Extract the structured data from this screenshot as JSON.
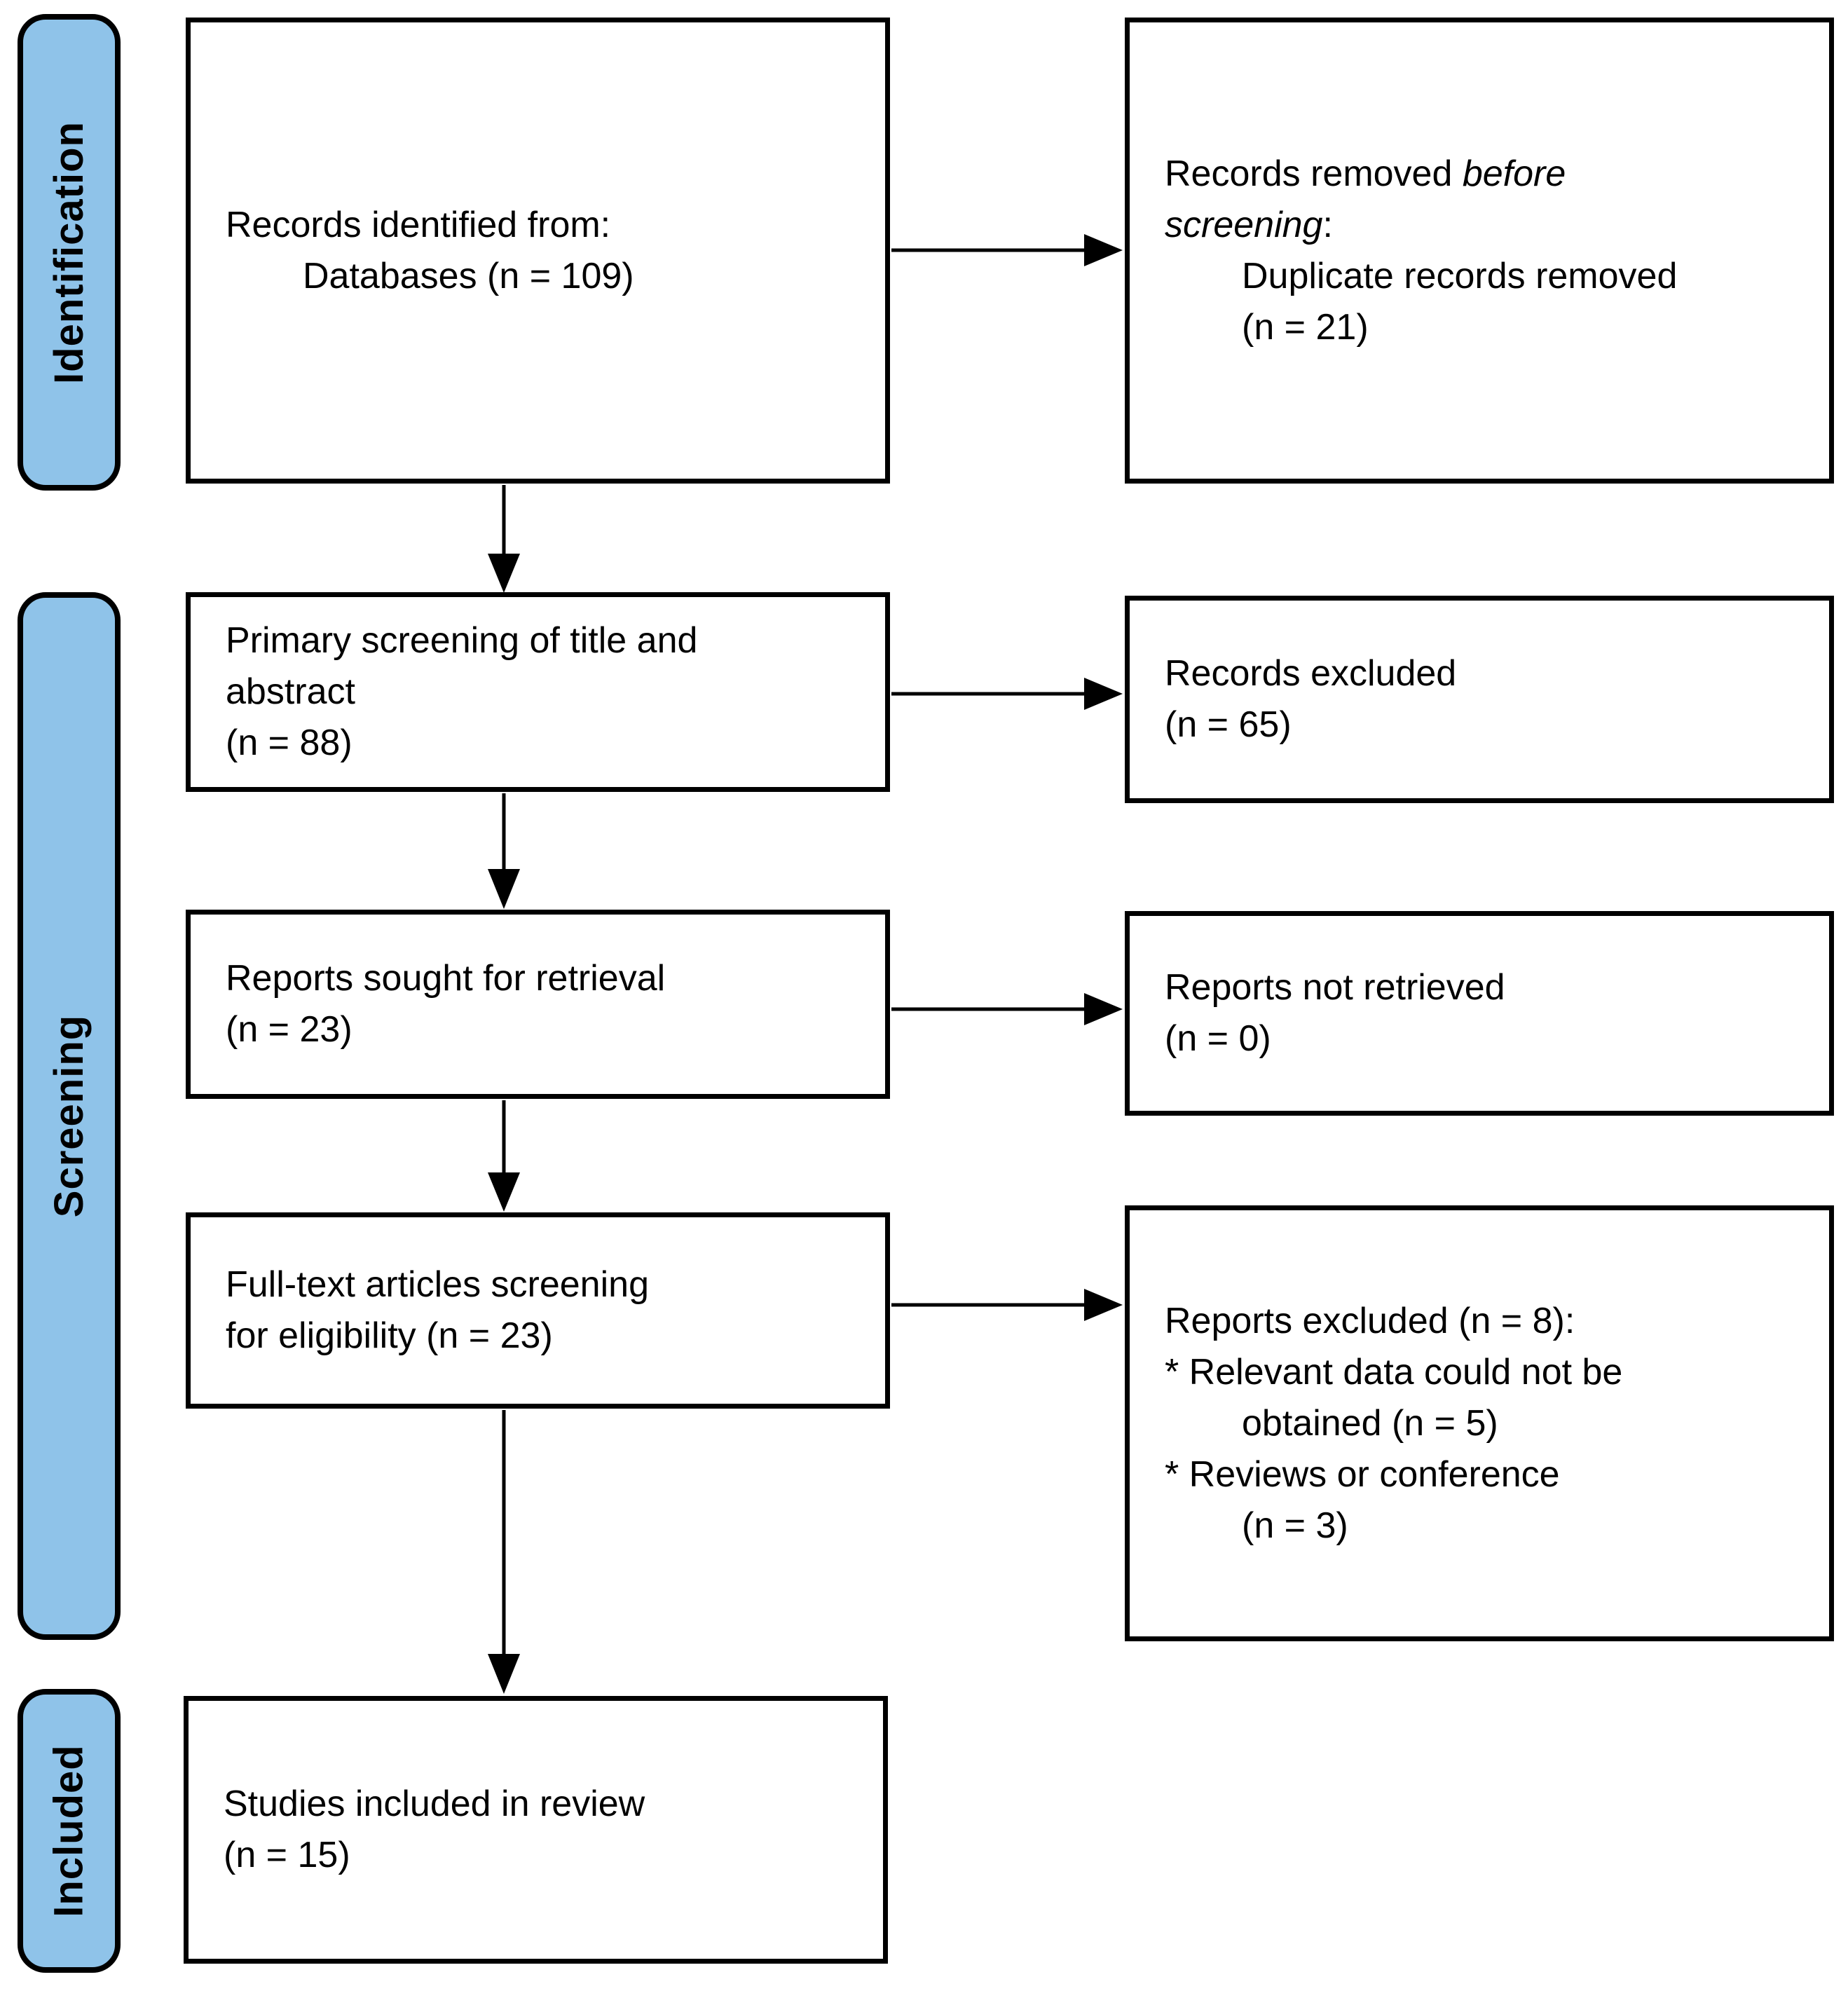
{
  "diagram": {
    "kind": "PRISMA flow diagram",
    "colors": {
      "stage_label_fill": "#8FC3E9",
      "border": "#000000",
      "background": "#FFFFFF",
      "text": "#000000"
    },
    "side_labels": [
      {
        "id": "identification",
        "label": "Identification"
      },
      {
        "id": "screening",
        "label": "Screening"
      },
      {
        "id": "included",
        "label": "Included"
      }
    ],
    "boxes": {
      "records_identified": {
        "lines": [
          {
            "indent": 0,
            "parts": [
              {
                "text": "Records identified from:"
              }
            ]
          },
          {
            "indent": 1,
            "parts": [
              {
                "text": "Databases (n = 109)"
              }
            ]
          }
        ]
      },
      "records_removed": {
        "lines": [
          {
            "indent": 0,
            "parts": [
              {
                "text": "Records removed "
              },
              {
                "text": "before",
                "italic": true
              }
            ]
          },
          {
            "indent": 0,
            "parts": [
              {
                "text": "screening",
                "italic": true
              },
              {
                "text": ":"
              }
            ]
          },
          {
            "indent": 1,
            "parts": [
              {
                "text": "Duplicate records removed"
              }
            ]
          },
          {
            "indent": 1,
            "parts": [
              {
                "text": "(n = 21)"
              }
            ]
          }
        ]
      },
      "primary_screening": {
        "lines": [
          {
            "indent": 0,
            "parts": [
              {
                "text": "Primary screening of title and"
              }
            ]
          },
          {
            "indent": 0,
            "parts": [
              {
                "text": "abstract"
              }
            ]
          },
          {
            "indent": 0,
            "parts": [
              {
                "text": "(n = 88)"
              }
            ]
          }
        ]
      },
      "records_excluded": {
        "lines": [
          {
            "indent": 0,
            "parts": [
              {
                "text": "Records excluded"
              }
            ]
          },
          {
            "indent": 0,
            "parts": [
              {
                "text": "(n = 65)"
              }
            ]
          }
        ]
      },
      "reports_sought": {
        "lines": [
          {
            "indent": 0,
            "parts": [
              {
                "text": "Reports sought for retrieval"
              }
            ]
          },
          {
            "indent": 0,
            "parts": [
              {
                "text": "(n = 23)"
              }
            ]
          }
        ]
      },
      "reports_not_retrieved": {
        "lines": [
          {
            "indent": 0,
            "parts": [
              {
                "text": "Reports not retrieved"
              }
            ]
          },
          {
            "indent": 0,
            "parts": [
              {
                "text": "(n = 0)"
              }
            ]
          }
        ]
      },
      "fulltext_screening": {
        "lines": [
          {
            "indent": 0,
            "parts": [
              {
                "text": "Full-text articles screening"
              }
            ]
          },
          {
            "indent": 0,
            "parts": [
              {
                "text": "for eligibility (n = 23)"
              }
            ]
          }
        ]
      },
      "reports_excluded": {
        "lines": [
          {
            "indent": 0,
            "parts": [
              {
                "text": "Reports excluded (n = 8):"
              }
            ]
          },
          {
            "indent": 0,
            "parts": [
              {
                "text": "* Relevant data could not be"
              }
            ]
          },
          {
            "indent": 1,
            "parts": [
              {
                "text": "obtained (n = 5)"
              }
            ]
          },
          {
            "indent": 0,
            "parts": [
              {
                "text": "* Reviews or conference"
              }
            ]
          },
          {
            "indent": 1,
            "parts": [
              {
                "text": "(n = 3)"
              }
            ]
          }
        ]
      },
      "studies_included": {
        "lines": [
          {
            "indent": 0,
            "parts": [
              {
                "text": "Studies included in review"
              }
            ]
          },
          {
            "indent": 0,
            "parts": [
              {
                "text": "(n = 15)"
              }
            ]
          }
        ]
      }
    }
  }
}
